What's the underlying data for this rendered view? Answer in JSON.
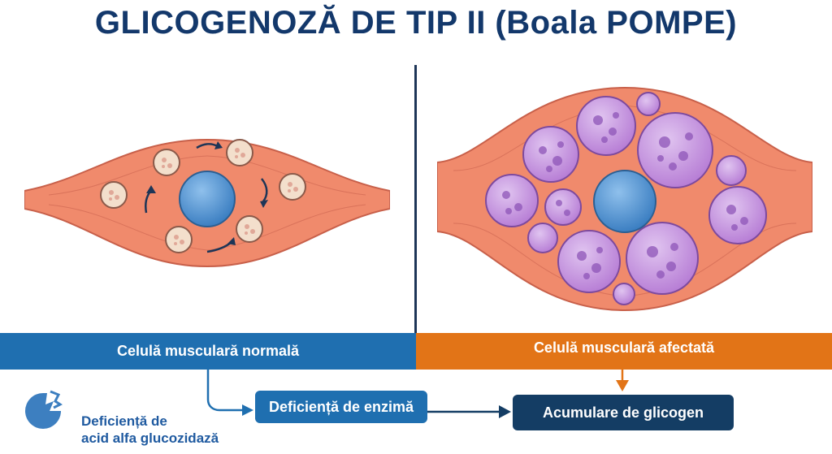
{
  "title": "GLICOGENOZĂ DE TIP II (Boala POMPE)",
  "labels": {
    "normal_cell": "Celulă musculară normală",
    "affected_cell": "Celulă musculară afectată",
    "enzyme_deficiency": "Deficiență de enzimă",
    "glycogen_accumulation": "Acumulare de glicogen",
    "deficiency_line1": "Deficiență de",
    "deficiency_line2": "acid alfa glucozidază"
  },
  "colors": {
    "title": "#13386b",
    "normal_bar": "#1f6fb0",
    "affected_bar": "#e27417",
    "glycogen_box": "#143d64",
    "muscle": "#f08a6c",
    "nucleus": "#4a8fd0",
    "lysosome_swollen": "#b57ad4"
  },
  "icons": [
    "broken-enzyme-icon"
  ]
}
